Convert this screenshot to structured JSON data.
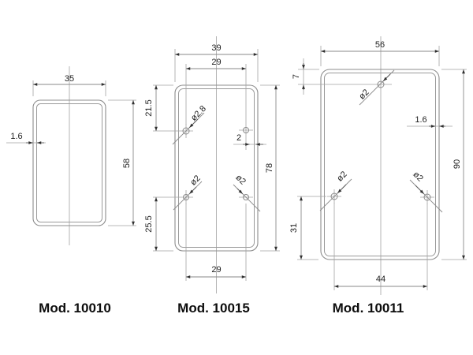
{
  "document": {
    "type": "technical-drawing",
    "background": "#ffffff",
    "line_color": "#8e8e8e",
    "text_color": "#1f1f1f"
  },
  "drawings": [
    {
      "model": "Mod. 10010",
      "dims": {
        "width": "35",
        "height": "58",
        "wall": "1.6"
      }
    },
    {
      "model": "Mod. 10015",
      "dims": {
        "width": "39",
        "hole_span_top": "29",
        "height": "78",
        "top_hole_offset": "21.5",
        "bottom_hole_offset": "25.5",
        "hole_to_wall": "2",
        "hole_span_bottom": "29",
        "top_hole_dia": "ø2.8",
        "bottom_left_hole_dia": "ø2",
        "bottom_right_hole_dia": "ø2"
      }
    },
    {
      "model": "Mod. 10011",
      "dims": {
        "width": "56",
        "height": "90",
        "top_hole_offset": "7",
        "wall": "1.6",
        "bottom_hole_offset": "31",
        "hole_span": "44",
        "top_hole_dia": "ø2",
        "bottom_left_hole_dia": "ø2",
        "bottom_right_hole_dia": "ø2"
      }
    }
  ]
}
